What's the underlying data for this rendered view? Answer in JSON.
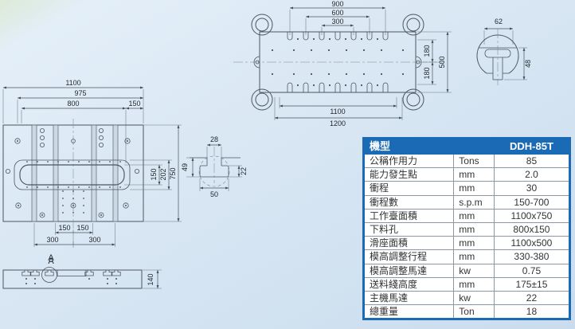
{
  "colors": {
    "header_bg": "#1b6ab5",
    "table_border": "#1b6ab5",
    "line": "#4d5560",
    "accent_bg_top": "#eef5fb",
    "accent_bg_bottom": "#c9dcee"
  },
  "drawings": {
    "slide_plan": {
      "dim_900": "900",
      "dim_600": "600",
      "dim_300": "300",
      "dim_180_top": "180",
      "dim_180_bottom": "180",
      "dim_500": "500",
      "dim_1100": "1100",
      "dim_1200": "1200"
    },
    "ring_detail": {
      "dim_62": "62",
      "dim_48": "48"
    },
    "bolster_plan": {
      "dim_1100": "1100",
      "dim_975": "975",
      "dim_800": "800",
      "dim_150_top": "150",
      "dim_150_slot": "150",
      "dim_202": "202",
      "dim_750": "750",
      "dim_150_left": "150",
      "dim_150_right": "150",
      "dim_300_left": "300",
      "dim_300_right": "300",
      "section_label": "A"
    },
    "tslot_detail": {
      "dim_28": "28",
      "dim_49": "49",
      "dim_50": "50",
      "dim_22": "22"
    },
    "bolster_section": {
      "section_label": "A",
      "dim_140": "140"
    }
  },
  "table": {
    "header": {
      "model_label": "機型",
      "model_value": "DDH-85T"
    },
    "rows": [
      {
        "label": "公稱作用力",
        "unit": "Tons",
        "value": "85"
      },
      {
        "label": "能力發生點",
        "unit": "mm",
        "value": "2.0"
      },
      {
        "label": "衝程",
        "unit": "mm",
        "value": "30"
      },
      {
        "label": "衝程數",
        "unit": "s.p.m",
        "value": "150-700"
      },
      {
        "label": "工作臺面積",
        "unit": "mm",
        "value": "1100x750"
      },
      {
        "label": "下料孔",
        "unit": "mm",
        "value": "800x150"
      },
      {
        "label": "滑座面積",
        "unit": "mm",
        "value": "1100x500"
      },
      {
        "label": "模高調整行程",
        "unit": "mm",
        "value": "330-380"
      },
      {
        "label": "模高調整馬達",
        "unit": "kw",
        "value": "0.75"
      },
      {
        "label": "送料綫高度",
        "unit": "mm",
        "value": "175±15"
      },
      {
        "label": "主機馬達",
        "unit": "kw",
        "value": "22"
      },
      {
        "label": "總重量",
        "unit": "Ton",
        "value": "18"
      }
    ]
  }
}
